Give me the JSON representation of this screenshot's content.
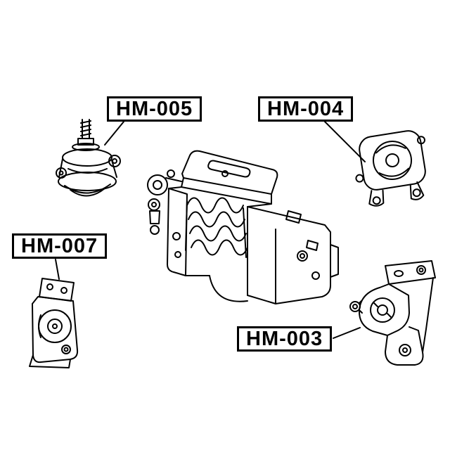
{
  "diagram": {
    "type": "vehicle-engine-mount-parts-diagram",
    "colors": {
      "line": "#000000",
      "background": "#ffffff"
    },
    "labels": [
      {
        "text": "HM-005"
      },
      {
        "text": "HM-004"
      },
      {
        "text": "HM-007"
      },
      {
        "text": "HM-003"
      }
    ]
  }
}
